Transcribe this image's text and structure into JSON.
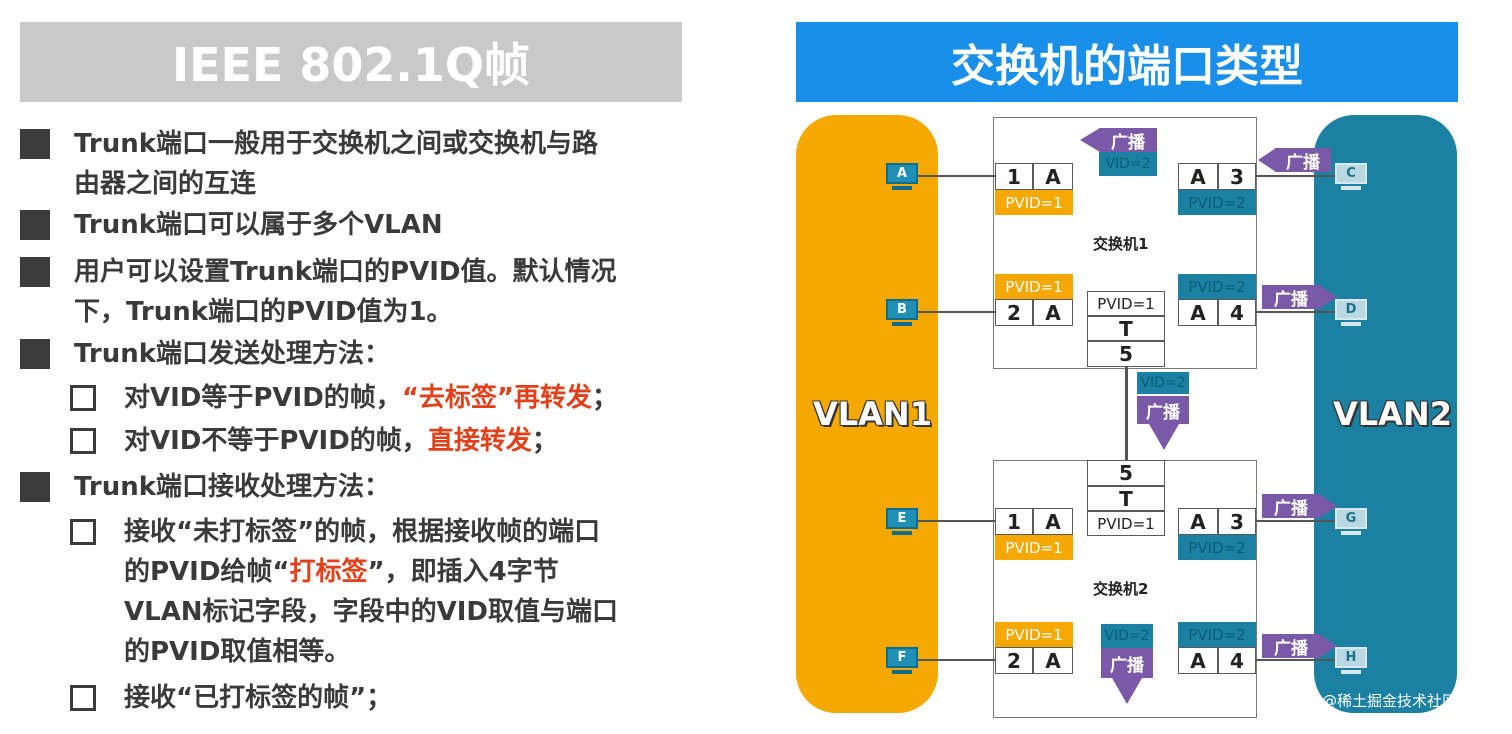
{
  "left": {
    "title": "IEEE 802.1Q帧",
    "b1a": "Trunk端口一般用于交换机之间或交换机与路",
    "b1b": "由器之间的互连",
    "b2": "Trunk端口可以属于多个VLAN",
    "b3a": "用户可以设置Trunk端口的PVID值。默认情况",
    "b3b": "下，Trunk端口的PVID值为1。",
    "b4": "Trunk端口发送处理方法：",
    "s1_pre": "对VID等于PVID的帧，",
    "s1_red": "“去标签”再转发",
    "s1_post": "；",
    "s2_pre": "对VID不等于PVID的帧，",
    "s2_red": "直接转发",
    "s2_post": "；",
    "b5": "Trunk端口接收处理方法：",
    "s3a": "接收“未打标签”的帧，根据接收帧的端口",
    "s3b_pre": "的PVID给帧“",
    "s3b_red": "打标签",
    "s3b_post": "”，即插入4字节",
    "s3c": "VLAN标记字段，字段中的VID取值与端口",
    "s3d": "的PVID取值相等。",
    "s4": "接收“已打标签的帧”；"
  },
  "right": {
    "title": "交换机的端口类型",
    "vlan1": "VLAN1",
    "vlan2": "VLAN2",
    "switch1": "交换机1",
    "switch2": "交换机2",
    "broadcast": "广播",
    "vid2": "VID=2",
    "pvid1": "PVID=1",
    "pvid2": "PVID=2",
    "t": "T",
    "a": "A",
    "n1": "1",
    "n2": "2",
    "n3": "3",
    "n4": "4",
    "n5": "5",
    "pcs": {
      "A": "A",
      "B": "B",
      "C": "C",
      "D": "D",
      "E": "E",
      "F": "F",
      "G": "G",
      "H": "H"
    },
    "watermark": "@稀土掘金技术社区"
  },
  "colors": {
    "left_title_bg": "#c9c9c9",
    "right_title_bg": "#1a8fea",
    "vlan1": "#f5a900",
    "vlan2": "#1b80a2",
    "broadcast": "#7a5aa8",
    "highlight": "#e2401a"
  }
}
